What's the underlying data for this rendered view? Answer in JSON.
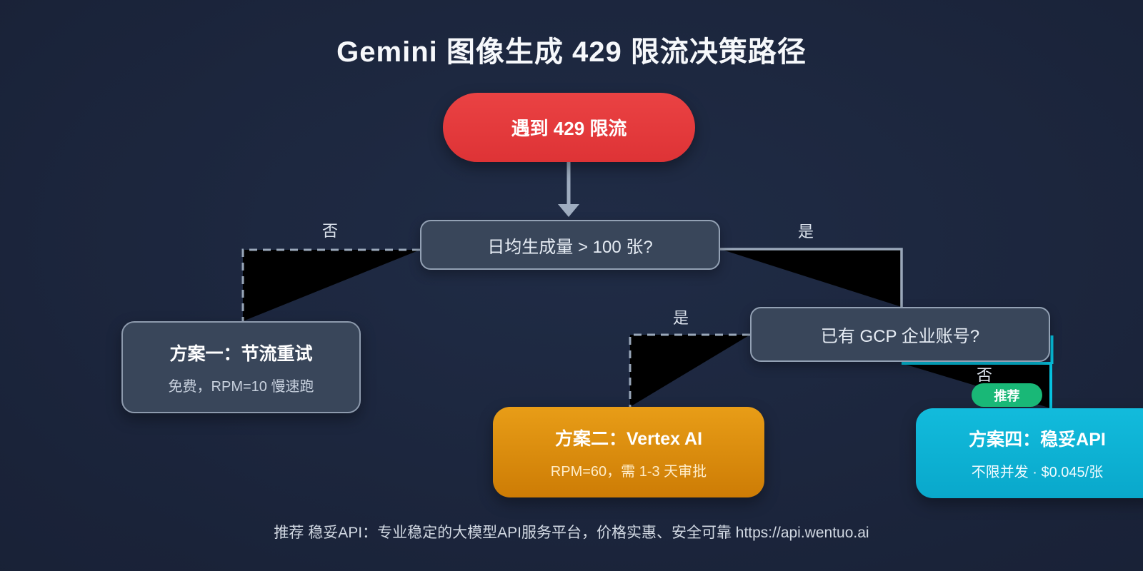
{
  "title": "Gemini 图像生成 429 限流决策路径",
  "nodes": {
    "start": {
      "label": "遇到 429 限流"
    },
    "decision_volume": {
      "label": "日均生成量 > 100 张?"
    },
    "decision_gcp": {
      "label": "已有 GCP 企业账号?"
    },
    "plan1": {
      "title": "方案一：节流重试",
      "subtitle": "免费，RPM=10 慢速跑"
    },
    "plan2": {
      "title": "方案二：Vertex AI",
      "subtitle": "RPM=60，需 1-3 天审批"
    },
    "plan4": {
      "title": "方案四：稳妥API",
      "subtitle": "不限并发 · $0.045/张",
      "badge": "推荐"
    }
  },
  "edges": {
    "no_to_plan1": {
      "label": "否",
      "style": "dashed"
    },
    "yes_to_gcp": {
      "label": "是",
      "style": "solid"
    },
    "yes_to_plan2": {
      "label": "是",
      "style": "dashed"
    },
    "no_to_plan4": {
      "label": "否",
      "style": "solid-cyan"
    }
  },
  "footer": {
    "text": "推荐 稳妥API：专业稳定的大模型API服务平台，价格实惠、安全可靠 https://api.wentuo.ai"
  },
  "colors": {
    "background": "#1a2339",
    "start_red": "#e23b3e",
    "decision_fill": "#39465a",
    "decision_border": "#93a1b4",
    "edge_line": "#9aa8ba",
    "edge_fill_black": "#000000",
    "edge_cyan": "#06c2e0",
    "plan2_orange_top": "#e89d17",
    "plan2_orange_bottom": "#cd7c05",
    "plan4_cyan": "#0db4d6",
    "badge_green": "#19b877",
    "text_primary": "#f6f8fb",
    "text_muted": "#c7d0dd"
  }
}
